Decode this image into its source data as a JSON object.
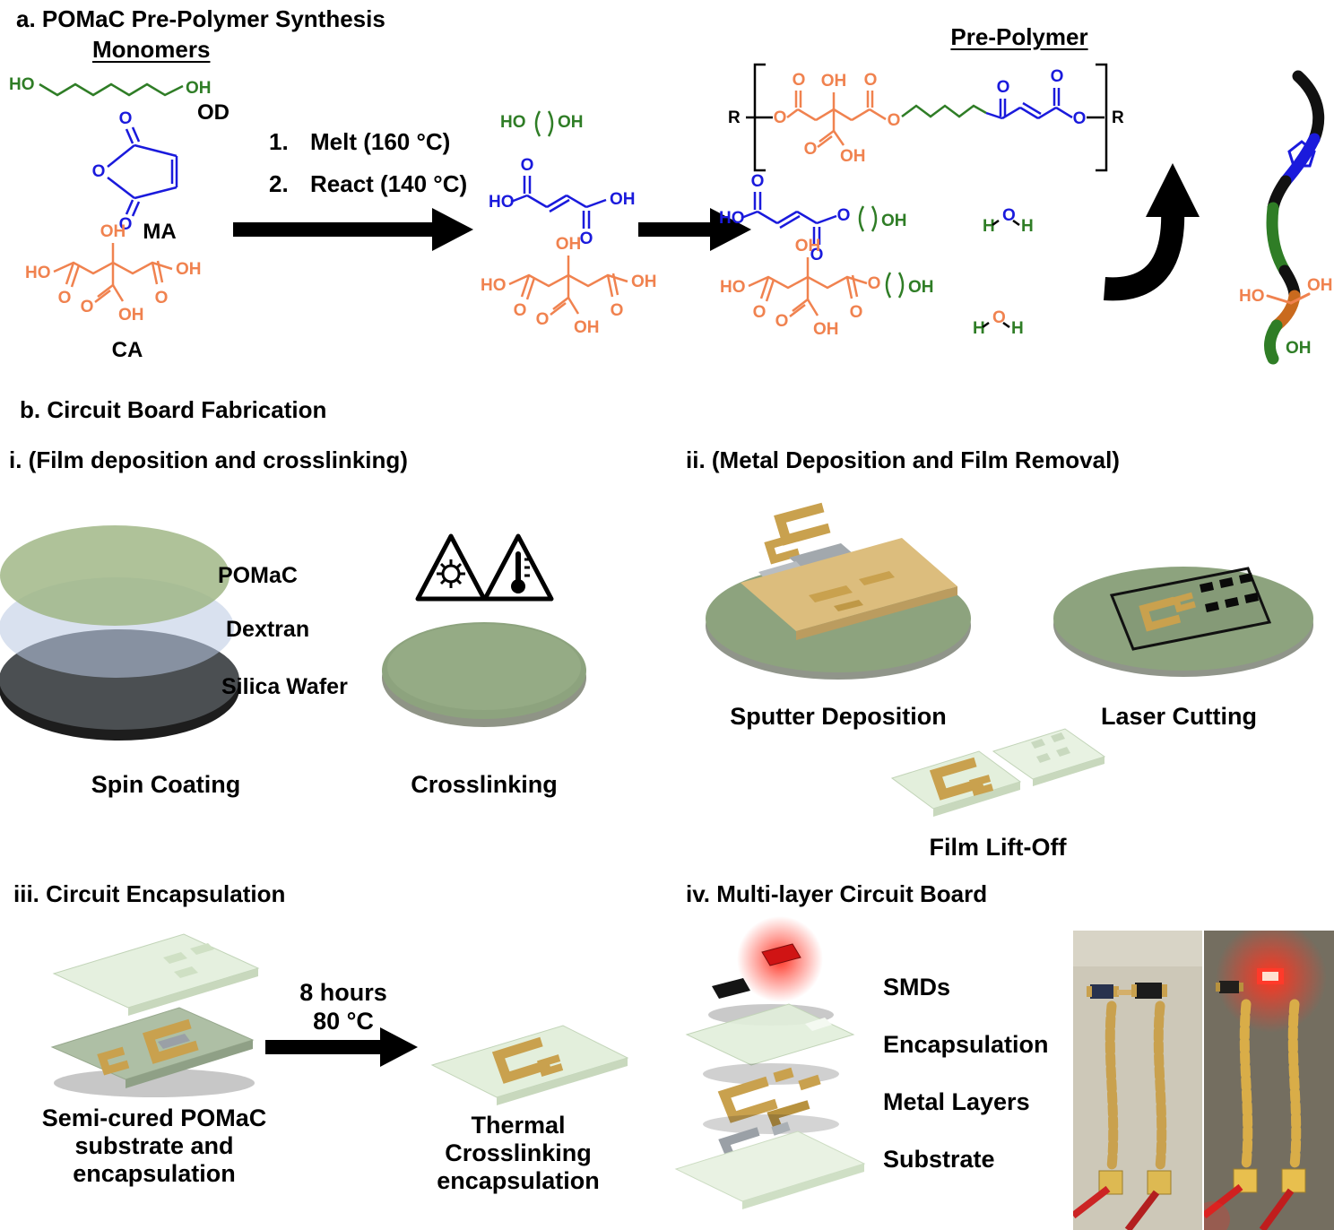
{
  "atoms": {
    "ho": "HO",
    "oh": "OH",
    "o": "O",
    "h": "H",
    "r": "R"
  },
  "panel_a": {
    "title": "a. POMaC Pre-Polymer Synthesis",
    "monomers_heading": "Monomers",
    "od_label": "OD",
    "ma_label": "MA",
    "ca_label": "CA",
    "step1_num": "1.",
    "step1": "Melt (160 °C)",
    "step2_num": "2.",
    "step2": "React (140 °C)",
    "prepolymer_heading": "Pre-Polymer"
  },
  "panel_b": {
    "title": "b. Circuit Board Fabrication",
    "step_i": {
      "title": "i. (Film deposition and crosslinking)",
      "layer_pomac": "POMaC",
      "layer_dextran": "Dextran",
      "layer_wafer": "Silica Wafer",
      "caption_spin": "Spin Coating",
      "caption_cross": "Crosslinking"
    },
    "step_ii": {
      "title": "ii. (Metal Deposition and Film Removal)",
      "caption_sputter": "Sputter Deposition",
      "caption_laser": "Laser Cutting",
      "caption_liftoff": "Film Lift-Off"
    },
    "step_iii": {
      "title": "iii. Circuit Encapsulation",
      "condition1": "8 hours",
      "condition2": "80 °C",
      "left_caption_l1": "Semi-cured POMaC",
      "left_caption_l2": "substrate and",
      "left_caption_l3": "encapsulation",
      "right_caption_l1": "Thermal",
      "right_caption_l2": "Crosslinking",
      "right_caption_l3": "encapsulation"
    },
    "step_iv": {
      "title": "iv. Multi-layer Circuit Board",
      "label_smds": "SMDs",
      "label_encapsulation": "Encapsulation",
      "label_metal": "Metal Layers",
      "label_substrate": "Substrate"
    }
  },
  "colors": {
    "chem_green": "#2f7d26",
    "chem_blue": "#1a1adc",
    "chem_orange": "#f0824f",
    "disc_green": "#8da37e",
    "gold": "#c9a14e",
    "pale_film": "#e3efdc",
    "led_red": "#e01010"
  }
}
